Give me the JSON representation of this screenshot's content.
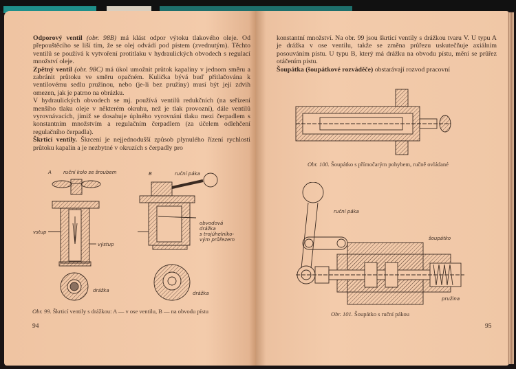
{
  "left_page": {
    "paragraphs": [
      {
        "lead": "Odporový ventil",
        "ref": "(obr. 98B)",
        "text": " má klást odpor výtoku tlakového oleje. Od přepouštěcího se liší tím, že se olej odvádí pod pístem (zvednutým). Těchto ventilů se používá k vytvoření protitlaku v hydraulických obvodech s regulací množství oleje."
      },
      {
        "lead": "Zpětný ventil",
        "ref": "(obr. 98C)",
        "text": " má úkol umožnit průtok kapaliny v jednom směru a zabránit průtoku ve směru opačném. Kulička bývá buď přitlačována k ventilovému sedlu pružinou, nebo (je-li bez pružiny) musí být její zdvih omezen, jak je patrno na obrázku."
      },
      {
        "lead": "",
        "ref": "",
        "text": "V hydraulických obvodech se mj. používá ventilů redukčních (na seřízení menšího tlaku oleje v některém okruhu, než je tlak provozní), dále ventilů vyrovnávacích, jimiž se dosahuje úplného vyrovnání tlaku mezi čerpadlem s konstantním množstvím a regulačním čerpadlem (za účelem odlehčení regulačního čerpadla)."
      },
      {
        "lead": "Škrticí ventily.",
        "ref": "",
        "text": " Škrcení je nejjednodušší způsob plynulého řízení rychlosti průtoku kapalin a je nezbytné v okruzích s čerpadly pro"
      }
    ],
    "figure": {
      "labels": {
        "a": "A",
        "b": "B",
        "handwheel": "ruční kolo se šroubem",
        "lever": "ruční páka",
        "inlet": "vstup",
        "outlet": "výstup",
        "groove_desc_1": "obvodová",
        "groove_desc_2": "drážka",
        "groove_desc_3": "s trojúhelníko-",
        "groove_desc_4": "vým průřezem",
        "groove_a": "drážka",
        "groove_b": "drážka"
      },
      "caption_num": "Obr. 99.",
      "caption": " Škrticí ventily s drážkou: A — v ose ventilu, B — na obvodu pístu"
    },
    "page_number": "94"
  },
  "right_page": {
    "paragraphs": [
      {
        "lead": "",
        "ref": "",
        "text": "konstantní množství. Na obr. 99 jsou škrticí ventily s drážkou tvaru V. U typu A je drážka v ose ventilu, takže se změna průřezu uskutečňuje axiálním posouváním pístu. U typu B, který má drážku na obvodu pístu, mění se průřez otáčením pístu."
      },
      {
        "lead": "Šoupátka (šoupátkové rozváděče)",
        "ref": "",
        "text": " obstarávají rozvod pracovní"
      }
    ],
    "figure_100": {
      "caption_num": "Obr. 100.",
      "caption": " Šoupátko s přímočarým pohybem, ručně ovládané"
    },
    "figure_101": {
      "labels": {
        "lever": "ruční páka",
        "spool": "šoupátko",
        "spring": "pružina"
      },
      "caption_num": "Obr. 101.",
      "caption": " Šoupátko s ruční pákou"
    },
    "page_number": "95"
  }
}
